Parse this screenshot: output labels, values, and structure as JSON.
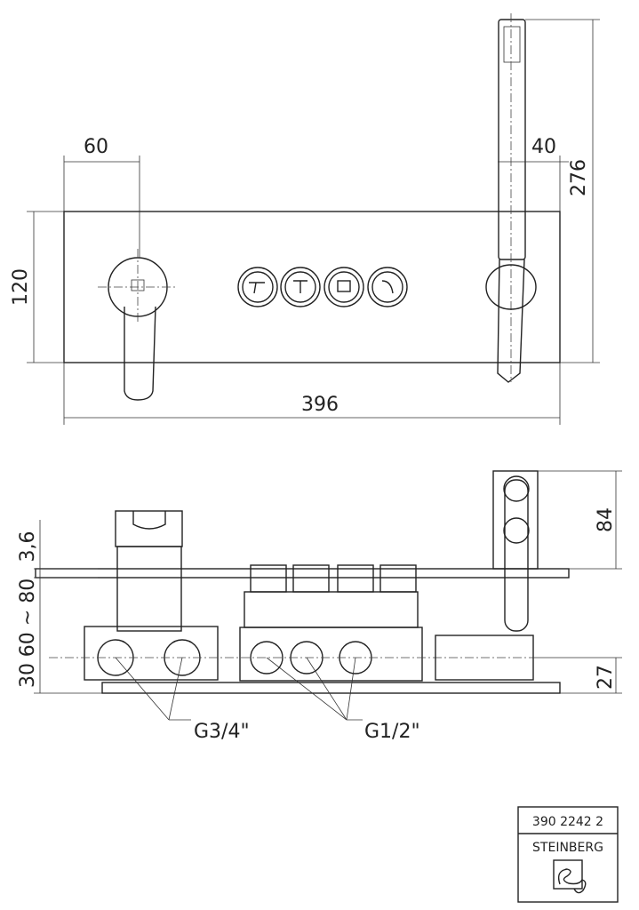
{
  "top_view": {
    "dim_width": "396",
    "dim_height": "120",
    "dim_handle_offset": "60",
    "dim_shower_offset": "40",
    "dim_total_height": "276"
  },
  "side_view": {
    "dim_plate": "3,6",
    "dim_depth": "60 ~ 80",
    "dim_axis": "30",
    "dim_shower_top": "84",
    "dim_bottom": "27",
    "thread_large": "G3/4\"",
    "thread_small": "G1/2\""
  },
  "title_block": {
    "article_number": "390 2242 2",
    "brand": "STEINBERG"
  }
}
